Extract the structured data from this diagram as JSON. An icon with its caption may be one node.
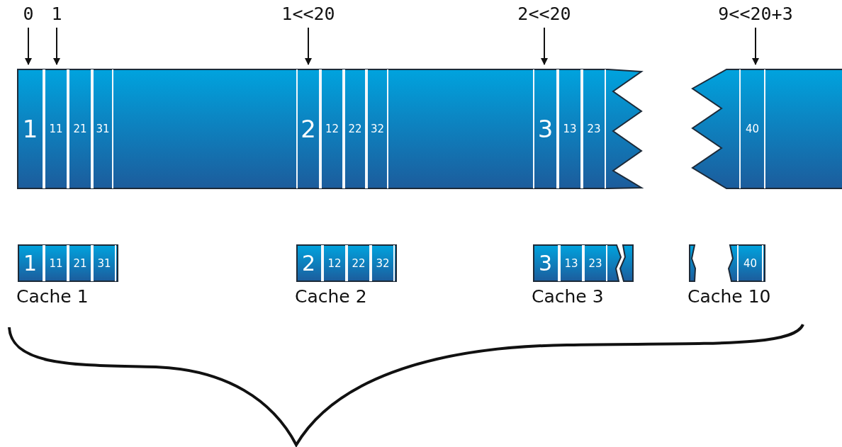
{
  "diagram": {
    "nodes": [
      {
        "text": [
          "0"
        ]
      },
      {
        "text": [
          "1"
        ]
      },
      {
        "text": [
          "1<<20"
        ]
      },
      {
        "text": [
          "2<<20"
        ]
      },
      {
        "text": [
          "9<<20+3"
        ]
      },
      {
        "text": [],
        "shape": "bar"
      },
      {
        "text": [
          "1"
        ],
        "in": 5
      },
      {
        "text": [
          "11"
        ],
        "in": 5
      },
      {
        "text": [
          "21"
        ],
        "in": 5
      },
      {
        "text": [
          "31"
        ],
        "in": 5
      },
      {
        "text": [
          "2"
        ],
        "in": 5
      },
      {
        "text": [
          "12"
        ],
        "in": 5
      },
      {
        "text": [
          "22"
        ],
        "in": 5
      },
      {
        "text": [
          "32"
        ],
        "in": 5
      },
      {
        "text": [
          "3"
        ],
        "in": 5
      },
      {
        "text": [
          "13"
        ],
        "in": 5
      },
      {
        "text": [
          "23"
        ],
        "in": 5
      },
      {
        "text": [],
        "shape": "bar"
      },
      {
        "text": [
          "40"
        ],
        "in": 17
      },
      {
        "text": [],
        "shape": "bar",
        "beside": [
          "Cache 1"
        ]
      },
      {
        "text": [
          "1"
        ],
        "in": 19
      },
      {
        "text": [
          "11"
        ],
        "in": 19
      },
      {
        "text": [
          "21"
        ],
        "in": 19
      },
      {
        "text": [
          "31"
        ],
        "in": 19
      },
      {
        "text": [],
        "shape": "bar",
        "beside": [
          "Cache 2"
        ]
      },
      {
        "text": [
          "2"
        ],
        "in": 24
      },
      {
        "text": [
          "12"
        ],
        "in": 24
      },
      {
        "text": [
          "22"
        ],
        "in": 24
      },
      {
        "text": [
          "32"
        ],
        "in": 24
      },
      {
        "text": [],
        "shape": "bar",
        "beside": [
          "Cache 3"
        ]
      },
      {
        "text": [
          "3"
        ],
        "in": 29
      },
      {
        "text": [
          "13"
        ],
        "in": 29
      },
      {
        "text": [
          "23"
        ],
        "in": 29
      },
      {
        "text": [],
        "shape": "bar",
        "beside": [
          "Cache 10"
        ]
      },
      {
        "text": [
          "40"
        ],
        "in": 33
      }
    ],
    "edges": [
      {
        "from": 0,
        "to": 6,
        "arrow": "to"
      },
      {
        "from": 1,
        "to": 7,
        "arrow": "to"
      },
      {
        "from": 2,
        "to": 10,
        "arrow": "to"
      },
      {
        "from": 3,
        "to": 14,
        "arrow": "to"
      },
      {
        "from": 4,
        "to": 18,
        "arrow": "to"
      }
    ]
  }
}
